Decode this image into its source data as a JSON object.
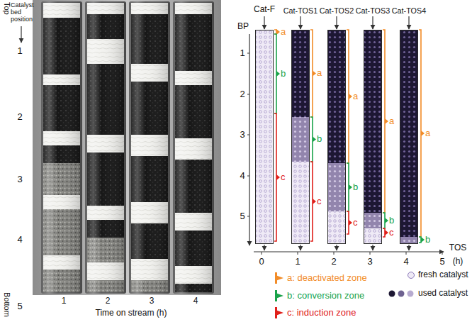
{
  "diagram": {
    "nodes": [
      {
        "text": [
          "Cat-F"
        ]
      },
      {
        "text": [
          "Cat-TOS1"
        ]
      },
      {
        "text": [
          "Cat-TOS2"
        ]
      },
      {
        "text": [
          "Cat-TOS3"
        ]
      },
      {
        "text": [
          "Cat-TOS4"
        ]
      }
    ],
    "labels": [
      "Top",
      "Catalyst bed position",
      "1",
      "2",
      "3",
      "4",
      "5",
      "Bottom",
      "1",
      "2",
      "3",
      "4",
      "Time on stream (h)",
      "BP",
      "1",
      "2",
      "3",
      "4",
      "5",
      "a",
      "b",
      "c",
      "a",
      "b",
      "c",
      "a",
      "b",
      "c",
      "a",
      "b",
      "c",
      "a",
      "b",
      "0",
      "1",
      "2",
      "3",
      "4",
      "5",
      "TOS",
      "(h)"
    ],
    "legend": [
      {
        "text": "a: deactivated zone",
        "color": "#f28c28"
      },
      {
        "text": "b: conversion zone",
        "color": "#1aa34a"
      },
      {
        "text": "c: induction zone",
        "color": "#e0201b"
      },
      {
        "text": "fresh catalyst"
      },
      {
        "text": "used catalyst"
      }
    ]
  }
}
